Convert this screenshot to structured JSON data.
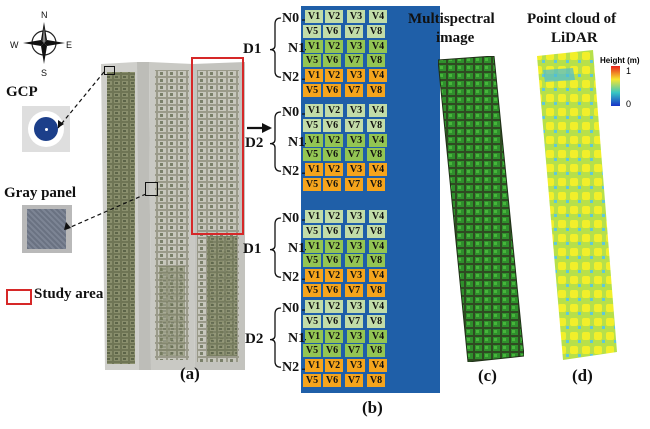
{
  "compass": {
    "n": "N",
    "s": "S",
    "e": "E",
    "w": "W"
  },
  "gcp_label": "GCP",
  "gray_panel_label": "Gray panel",
  "study_area_label": "Study area",
  "multispectral_title": [
    "Multispectral",
    "image"
  ],
  "lidar_title": [
    "Point cloud of",
    "LiDAR"
  ],
  "height_legend": {
    "title": "Height (m)",
    "max": "1",
    "min": "0"
  },
  "panel_labels": {
    "a": "(a)",
    "b": "(b)",
    "c": "(c)",
    "d": "(d)"
  },
  "blocks": [
    {
      "density": "D1"
    },
    {
      "density": "D2"
    },
    {
      "density": "D1"
    },
    {
      "density": "D2"
    }
  ],
  "nitrogen_levels": [
    "N0",
    "N1",
    "N2"
  ],
  "grid_rows": [
    [
      "V1",
      "V2",
      "V3",
      "V4"
    ],
    [
      "V5",
      "V6",
      "V7",
      "V8"
    ]
  ],
  "colors": {
    "light": "#c2dca8",
    "mid": "#93c553",
    "orange": "#f5a41c",
    "border": "#1f5fa8",
    "study_area": "#d62828"
  }
}
